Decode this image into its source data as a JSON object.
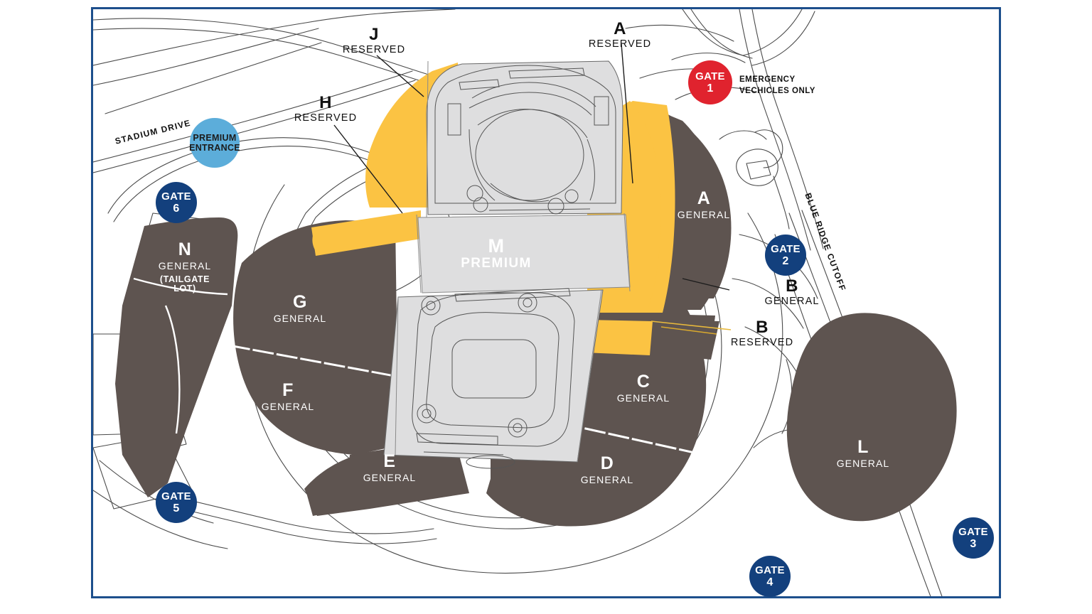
{
  "map": {
    "title": "Stadium Parking Map",
    "frame_color": "#1d4f8c",
    "colors": {
      "general_lot": "#5e5450",
      "reserved_lot": "#fbc343",
      "premium_lot": "#5cadda",
      "gate_navy": "#13407d",
      "gate_red": "#e0232e",
      "stadium_gray": "#dcdcdc",
      "road_outline": "#3a3a3a",
      "background": "#ffffff"
    }
  },
  "lots": [
    {
      "id": "A-general",
      "letter": "A",
      "category": "GENERAL",
      "fill": "general_lot"
    },
    {
      "id": "B-general",
      "letter": "B",
      "category": "GENERAL",
      "fill": "general_lot"
    },
    {
      "id": "C",
      "letter": "C",
      "category": "GENERAL",
      "fill": "general_lot"
    },
    {
      "id": "D",
      "letter": "D",
      "category": "GENERAL",
      "fill": "general_lot"
    },
    {
      "id": "E",
      "letter": "E",
      "category": "GENERAL",
      "fill": "general_lot"
    },
    {
      "id": "F",
      "letter": "F",
      "category": "GENERAL",
      "fill": "general_lot"
    },
    {
      "id": "G",
      "letter": "G",
      "category": "GENERAL",
      "fill": "general_lot"
    },
    {
      "id": "L",
      "letter": "L",
      "category": "GENERAL",
      "fill": "general_lot"
    },
    {
      "id": "N",
      "letter": "N",
      "category": "GENERAL",
      "sub": "(TAILGATE LOT)",
      "fill": "general_lot"
    },
    {
      "id": "M",
      "letter": "M",
      "category": "PREMIUM",
      "fill": "premium_lot"
    },
    {
      "id": "A-reserved",
      "letter": "A",
      "category": "RESERVED",
      "fill": "reserved_lot"
    },
    {
      "id": "B-reserved",
      "letter": "B",
      "category": "RESERVED",
      "fill": "reserved_lot"
    },
    {
      "id": "H",
      "letter": "H",
      "category": "RESERVED",
      "fill": "reserved_lot"
    },
    {
      "id": "J",
      "letter": "J",
      "category": "RESERVED",
      "fill": "reserved_lot"
    }
  ],
  "lot_labels": {
    "n": {
      "letter": "N",
      "category": "GENERAL",
      "sub_line1": "(TAILGATE",
      "sub_line2": "LOT)"
    },
    "g": {
      "letter": "G",
      "category": "GENERAL"
    },
    "f": {
      "letter": "F",
      "category": "GENERAL"
    },
    "e": {
      "letter": "E",
      "category": "GENERAL"
    },
    "d": {
      "letter": "D",
      "category": "GENERAL"
    },
    "c": {
      "letter": "C",
      "category": "GENERAL"
    },
    "a": {
      "letter": "A",
      "category": "GENERAL"
    },
    "l": {
      "letter": "L",
      "category": "GENERAL"
    },
    "m": {
      "letter": "M",
      "category": "PREMIUM"
    }
  },
  "callouts": {
    "j_reserved": {
      "letter": "J",
      "category": "RESERVED"
    },
    "h_reserved": {
      "letter": "H",
      "category": "RESERVED"
    },
    "a_reserved": {
      "letter": "A",
      "category": "RESERVED"
    },
    "b_general": {
      "letter": "B",
      "category": "GENERAL"
    },
    "b_reserved": {
      "letter": "B",
      "category": "RESERVED"
    }
  },
  "gates": [
    {
      "id": "gate-1",
      "word": "GATE",
      "number": "1",
      "style": "red"
    },
    {
      "id": "gate-2",
      "word": "GATE",
      "number": "2",
      "style": "navy"
    },
    {
      "id": "gate-3",
      "word": "GATE",
      "number": "3",
      "style": "navy"
    },
    {
      "id": "gate-4",
      "word": "GATE",
      "number": "4",
      "style": "navy"
    },
    {
      "id": "gate-5",
      "word": "GATE",
      "number": "5",
      "style": "navy"
    },
    {
      "id": "gate-6",
      "word": "GATE",
      "number": "6",
      "style": "navy"
    }
  ],
  "gate_text": {
    "gate1_word": "GATE",
    "gate1_num": "1",
    "gate2_word": "GATE",
    "gate2_num": "2",
    "gate3_word": "GATE",
    "gate3_num": "3",
    "gate4_word": "GATE",
    "gate4_num": "4",
    "gate5_word": "GATE",
    "gate5_num": "5",
    "gate6_word": "GATE",
    "gate6_num": "6"
  },
  "premium_entrance": {
    "line1": "PREMIUM",
    "line2": "ENTRANCE"
  },
  "roads": {
    "stadium_drive": "STADIUM DRIVE",
    "blue_ridge_cutoff": "BLUE RIDGE CUTOFF"
  },
  "notes": {
    "emergency_line1": "EMERGENCY",
    "emergency_line2": "VECHICLES ONLY"
  }
}
